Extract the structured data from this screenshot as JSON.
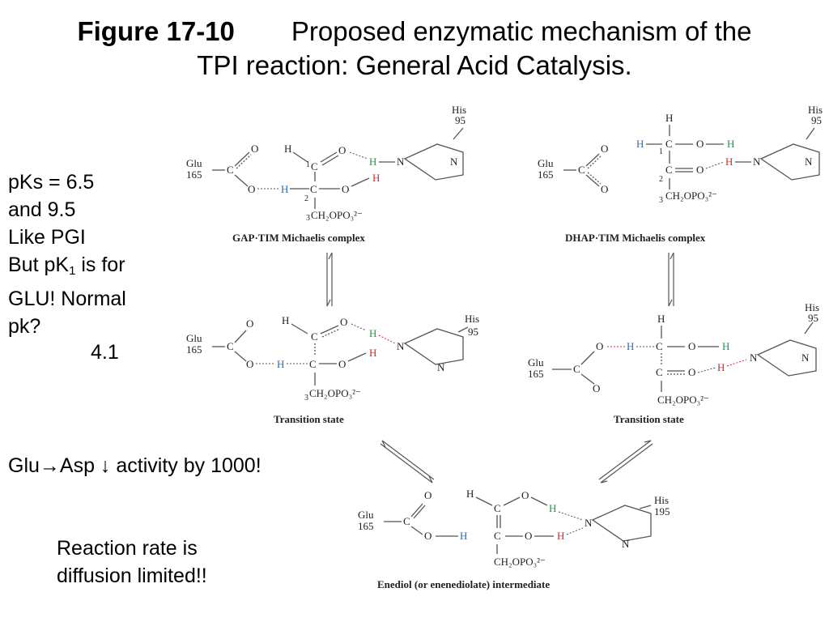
{
  "title": {
    "figure_label": "Figure 17-10",
    "text_line1": "Proposed enzymatic mechanism of the",
    "text_line2": "TPI reaction:  General Acid Catalysis."
  },
  "notes": {
    "pks_line1": "pKs = 6.5",
    "pks_line2": "and 9.5",
    "pks_line3": "Like PGI",
    "pks_line4_pre": "But pK",
    "pks_line4_sub": "1",
    "pks_line4_post": " is for",
    "pks_line5": "GLU!  Normal",
    "pks_line6": "pk?",
    "normal_pk_value": "4.1",
    "mutation": "Glu→Asp ↓ activity by 1000!",
    "rate_line1": "Reaction rate is",
    "rate_line2": "diffusion limited!!"
  },
  "diagram": {
    "captions": {
      "gap_complex": "GAP·TIM Michaelis complex",
      "dhap_complex": "DHAP·TIM Michaelis complex",
      "transition_left": "Transition state",
      "transition_right": "Transition state",
      "enediol": "Enediol (or enenediolate) intermediate"
    },
    "labels": {
      "glu": "Glu",
      "glu_num": "165",
      "his": "His",
      "his_num": "95",
      "his_num_bottom": "195",
      "ch2opo3": "CH₂OPO₃²⁻",
      "sub3": "3",
      "num1": "1",
      "num2": "2"
    },
    "atoms": {
      "C": "C",
      "O": "O",
      "H": "H",
      "N": "N"
    },
    "colors": {
      "proton_red": "#d9262b",
      "proton_blue": "#1f6fb5",
      "proton_green": "#1a9b4a",
      "bond_gray": "#555555"
    }
  }
}
